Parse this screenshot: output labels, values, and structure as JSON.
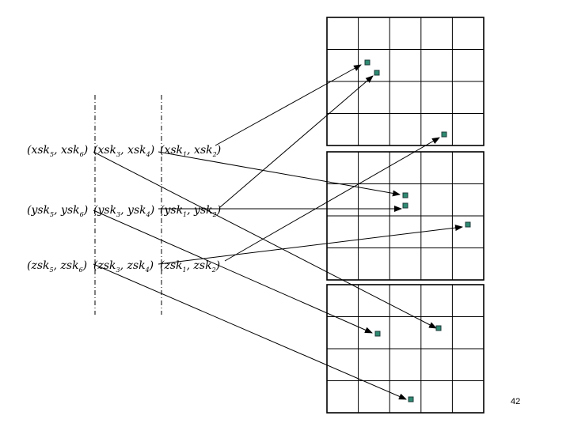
{
  "colors": {
    "point": "#2e8b72",
    "line": "#000000"
  },
  "grids": [
    {
      "id": "top",
      "rows": 4,
      "cols": 5
    },
    {
      "id": "middle",
      "rows": 4,
      "cols": 5
    },
    {
      "id": "bottom",
      "rows": 4,
      "cols": 5
    }
  ],
  "rows": [
    {
      "id": "x",
      "pairs": [
        {
          "a": "xsk",
          "ai": "5",
          "b": "xsk",
          "bi": "6"
        },
        {
          "a": "xsk",
          "ai": "3",
          "b": "xsk",
          "bi": "4"
        },
        {
          "a": "xsk",
          "ai": "1",
          "b": "xsk",
          "bi": "2"
        }
      ]
    },
    {
      "id": "y",
      "pairs": [
        {
          "a": "ysk",
          "ai": "5",
          "b": "ysk",
          "bi": "6"
        },
        {
          "a": "ysk",
          "ai": "3",
          "b": "ysk",
          "bi": "4"
        },
        {
          "a": "ysk",
          "ai": "1",
          "b": "ysk",
          "bi": "2"
        }
      ]
    },
    {
      "id": "z",
      "pairs": [
        {
          "a": "zsk",
          "ai": "5",
          "b": "zsk",
          "bi": "6"
        },
        {
          "a": "zsk",
          "ai": "3",
          "b": "zsk",
          "bi": "4"
        },
        {
          "a": "zsk",
          "ai": "1",
          "b": "zsk",
          "bi": "2"
        }
      ]
    }
  ],
  "page_number": "42"
}
